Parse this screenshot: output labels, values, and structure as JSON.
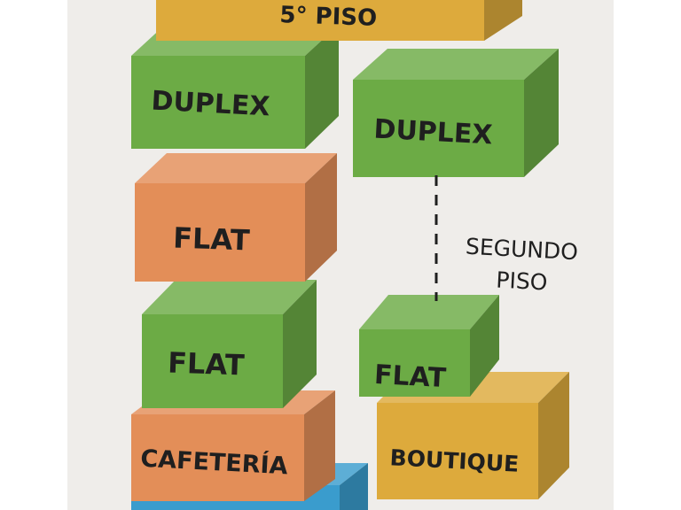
{
  "colors": {
    "background": "#efedea",
    "green": "#6cab45",
    "orange": "#e38e58",
    "gold": "#ddaa3c",
    "blue": "#3a9ccd",
    "text": "#1f1f1f"
  },
  "blocks": {
    "fifth_floor": {
      "label": "5° PISO",
      "color": "gold"
    },
    "duplex_left": {
      "label": "DUPLEX",
      "color": "green"
    },
    "duplex_right": {
      "label": "DUPLEX",
      "color": "green"
    },
    "flat_upper_left": {
      "label": "FLAT",
      "color": "orange"
    },
    "flat_lower_left": {
      "label": "FLAT",
      "color": "green"
    },
    "flat_right": {
      "label": "FLAT",
      "color": "green"
    },
    "boutique": {
      "label": "BOUTIQUE",
      "color": "gold"
    },
    "cafeteria": {
      "label": "CAFETERÍA",
      "color": "orange"
    },
    "bottom_block": {
      "label": "",
      "color": "blue"
    }
  },
  "annotations": {
    "segundo_piso_line1": "SEGUNDO",
    "segundo_piso_line2": "PISO"
  }
}
